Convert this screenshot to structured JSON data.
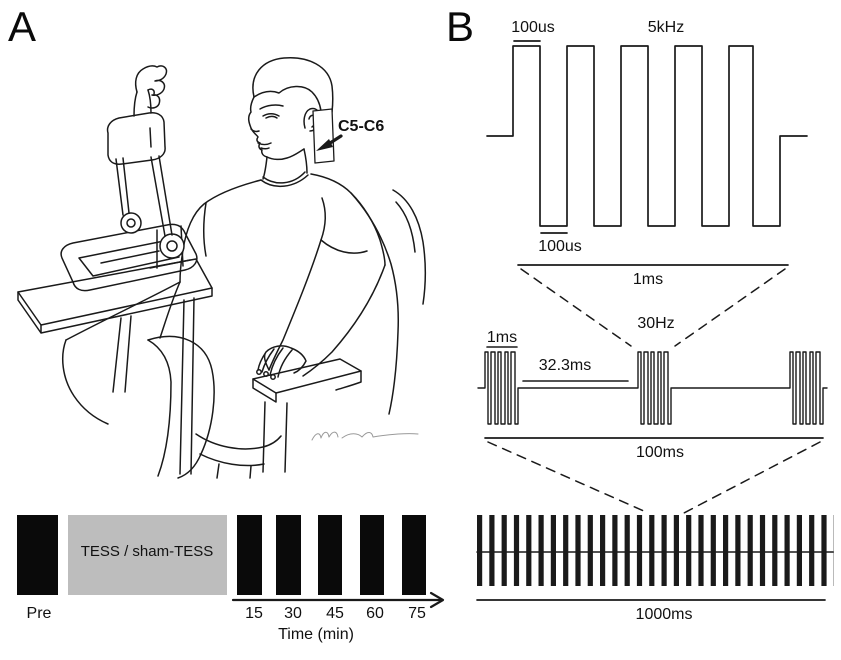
{
  "panel_a": {
    "label": "A",
    "electrode_label": "C5-C6",
    "timeline": {
      "pre_label": "Pre",
      "intervention_label": "TESS / sham-TESS",
      "ticks": [
        "15",
        "30",
        "45",
        "60",
        "75"
      ],
      "axis_label": "Time (min)",
      "bar_color": "#0a0a0a",
      "intervention_fill": "#bdbdbd"
    }
  },
  "panel_b": {
    "label": "B",
    "carrier_trace": {
      "positive_phase_label": "100us",
      "frequency_label": "5kHz",
      "negative_phase_label": "100us",
      "scale_label": "1ms"
    },
    "burst_trace": {
      "burst_duration_label": "1ms",
      "inter_burst_label": "32.3ms",
      "frequency_label": "30Hz",
      "scale_label": "100ms"
    },
    "train_trace": {
      "scale_label": "1000ms"
    }
  }
}
